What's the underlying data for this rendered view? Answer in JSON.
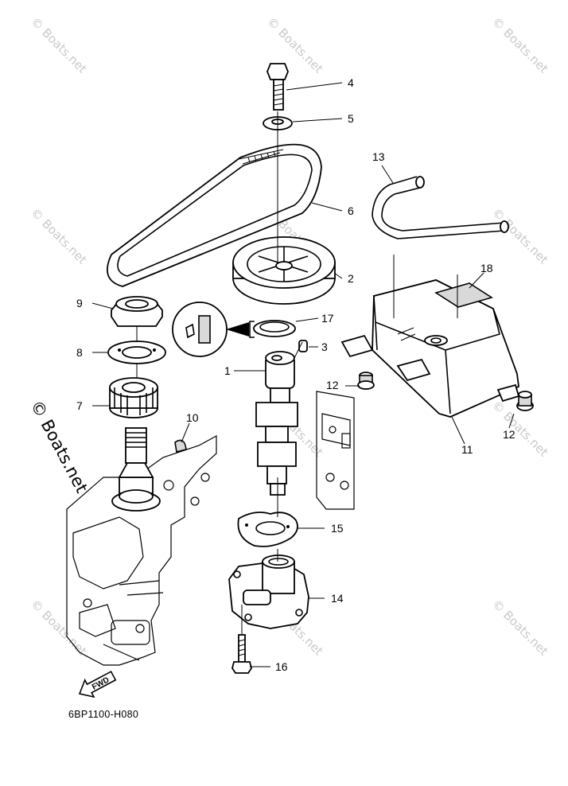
{
  "watermark": {
    "text": "© Boats.net"
  },
  "diagram_code": "6BP1100-H080",
  "fwd_label": "FWD",
  "callouts": {
    "c1": "1",
    "c2": "2",
    "c3": "3",
    "c4": "4",
    "c5": "5",
    "c6": "6",
    "c7": "7",
    "c8": "8",
    "c9": "9",
    "c10": "10",
    "c11": "11",
    "c12a": "12",
    "c12b": "12",
    "c13": "13",
    "c14": "14",
    "c15": "15",
    "c16": "16",
    "c17": "17",
    "c18": "18"
  }
}
